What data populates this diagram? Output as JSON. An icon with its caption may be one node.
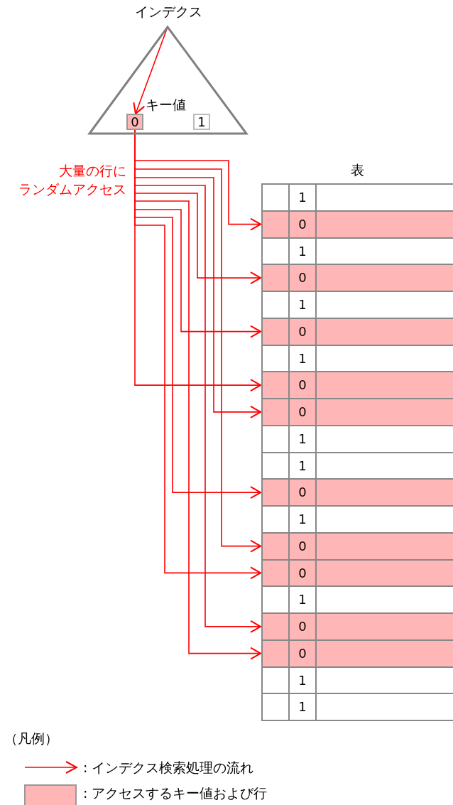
{
  "diagram": {
    "nodes": [
      {
        "text": [
          "インデクス"
        ]
      },
      {
        "text": [
          "0"
        ],
        "in": 0,
        "beside": [
          "キー値"
        ]
      },
      {
        "text": [
          "1"
        ],
        "in": 0
      },
      {
        "text": [
          "表"
        ]
      },
      {
        "text": [
          "1"
        ],
        "in": 3
      },
      {
        "text": [
          "0"
        ],
        "in": 3
      },
      {
        "text": [
          "1"
        ],
        "in": 3
      },
      {
        "text": [
          "0"
        ],
        "in": 3
      },
      {
        "text": [
          "1"
        ],
        "in": 3
      },
      {
        "text": [
          "0"
        ],
        "in": 3
      },
      {
        "text": [
          "1"
        ],
        "in": 3
      },
      {
        "text": [
          "0"
        ],
        "in": 3
      },
      {
        "text": [
          "0"
        ],
        "in": 3
      },
      {
        "text": [
          "1"
        ],
        "in": 3
      },
      {
        "text": [
          "1"
        ],
        "in": 3
      },
      {
        "text": [
          "0"
        ],
        "in": 3
      },
      {
        "text": [
          "1"
        ],
        "in": 3
      },
      {
        "text": [
          "0"
        ],
        "in": 3
      },
      {
        "text": [
          "0"
        ],
        "in": 3
      },
      {
        "text": [
          "1"
        ],
        "in": 3
      },
      {
        "text": [
          "0"
        ],
        "in": 3
      },
      {
        "text": [
          "0"
        ],
        "in": 3
      },
      {
        "text": [
          "1"
        ],
        "in": 3
      },
      {
        "text": [
          "1"
        ],
        "in": 3
      }
    ],
    "edges": [
      {
        "from": 0,
        "to": 1,
        "arrow": "to"
      },
      {
        "from": 1,
        "to": 5,
        "arrow": "to"
      },
      {
        "from": 1,
        "to": 7,
        "arrow": "to"
      },
      {
        "from": 1,
        "to": 9,
        "arrow": "to"
      },
      {
        "from": 1,
        "to": 11,
        "arrow": "to"
      },
      {
        "from": 1,
        "to": 12,
        "arrow": "to"
      },
      {
        "from": 1,
        "to": 15,
        "arrow": "to"
      },
      {
        "from": 1,
        "to": 17,
        "arrow": "to"
      },
      {
        "from": 1,
        "to": 18,
        "arrow": "to"
      },
      {
        "from": 1,
        "to": 20,
        "arrow": "to"
      },
      {
        "from": 1,
        "to": 21,
        "arrow": "to"
      }
    ],
    "labels": [
      "大量の行に",
      "ランダムアクセス",
      "（凡例）"
    ],
    "legend": [
      {
        "text": ": インデクス検索処理の流れ"
      },
      {
        "text": ": アクセスするキー値および行",
        "color": "#ffb6b6"
      }
    ]
  }
}
